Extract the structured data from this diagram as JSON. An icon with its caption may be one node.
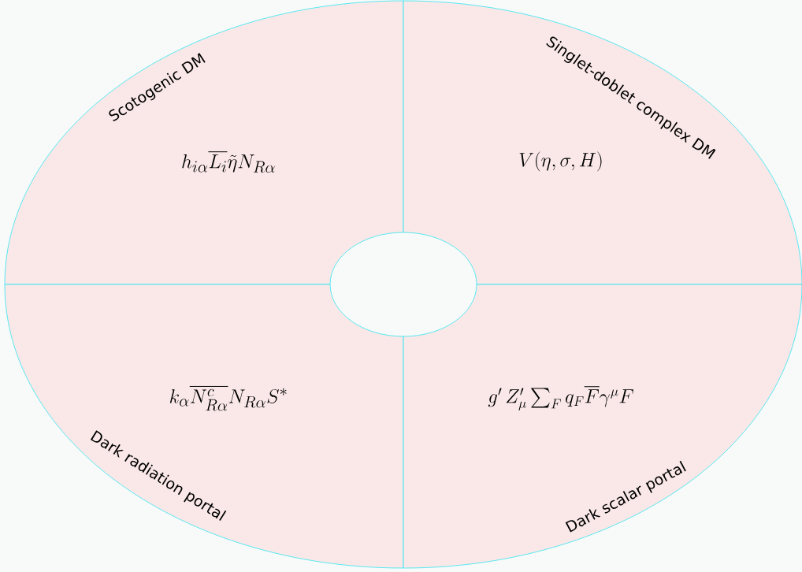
{
  "diagram": {
    "nodes": [
      {
        "text": [
          "Scotogenic DM",
          "h_{i\\alpha}\\overline{L_i}\\tilde{\\eta}N_{R\\alpha}"
        ]
      },
      {
        "text": [
          "Singlet-doblet complex DM",
          "V(\\eta,\\sigma,H)"
        ]
      },
      {
        "text": [
          "Dark radiation portal",
          "k_\\alpha\\overline{N^c_{R\\alpha}}N_{R\\alpha}S^*"
        ]
      },
      {
        "text": [
          "Dark scalar portal",
          "g'\\,Z'_\\mu\\sum_F q_F\\overline{F}\\gamma^\\mu F"
        ]
      },
      {
        "text": [],
        "shape": "ellipse"
      }
    ]
  }
}
